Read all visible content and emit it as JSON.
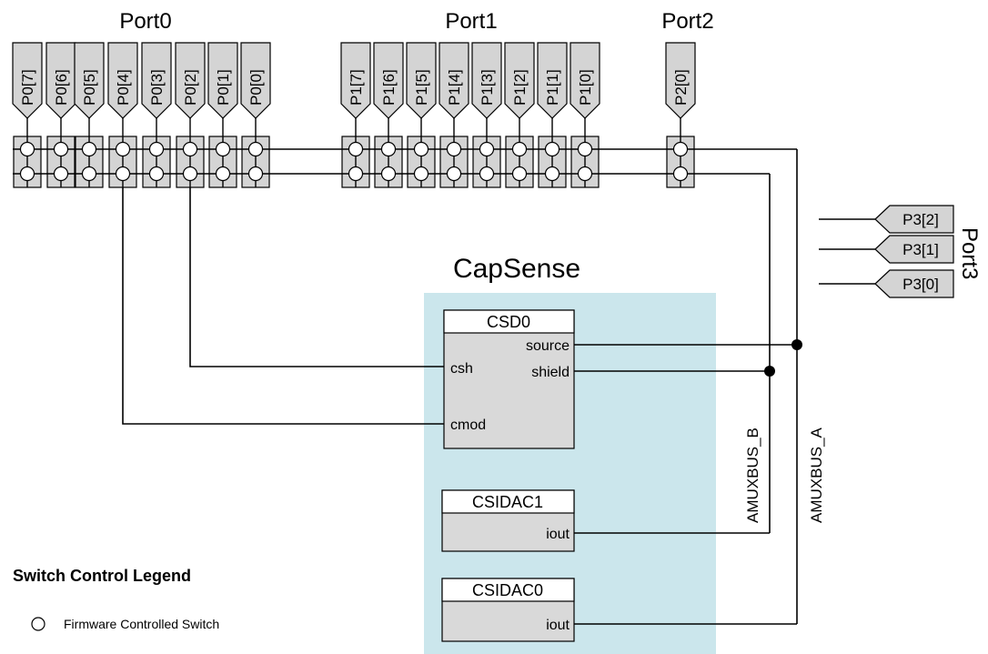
{
  "ports": {
    "port0": "Port0",
    "port1": "Port1",
    "port2": "Port2",
    "port3": "Port3"
  },
  "pins": {
    "port0": [
      "P0[7]",
      "P0[6]",
      "P0[5]",
      "P0[4]",
      "P0[3]",
      "P0[2]",
      "P0[1]",
      "P0[0]"
    ],
    "port1": [
      "P1[7]",
      "P1[6]",
      "P1[5]",
      "P1[4]",
      "P1[3]",
      "P1[2]",
      "P1[1]",
      "P1[0]"
    ],
    "port2": [
      "P2[0]"
    ],
    "port3": [
      "P3[2]",
      "P3[1]",
      "P3[0]"
    ]
  },
  "capsense": {
    "title": "CapSense",
    "csd0": {
      "title": "CSD0",
      "source": "source",
      "shield": "shield",
      "csh": "csh",
      "cmod": "cmod"
    },
    "csidac1": {
      "title": "CSIDAC1",
      "iout": "iout"
    },
    "csidac0": {
      "title": "CSIDAC0",
      "iout": "iout"
    }
  },
  "buses": {
    "a": "AMUXBUS_A",
    "b": "AMUXBUS_B"
  },
  "legend": {
    "title": "Switch Control Legend",
    "firmware_switch": "Firmware Controlled Switch"
  },
  "colors": {
    "capsense_bg": "#cbe6ec",
    "block_fill": "#d9d9d9",
    "pin_fill": "#d4d4d4",
    "line": "#000000"
  }
}
